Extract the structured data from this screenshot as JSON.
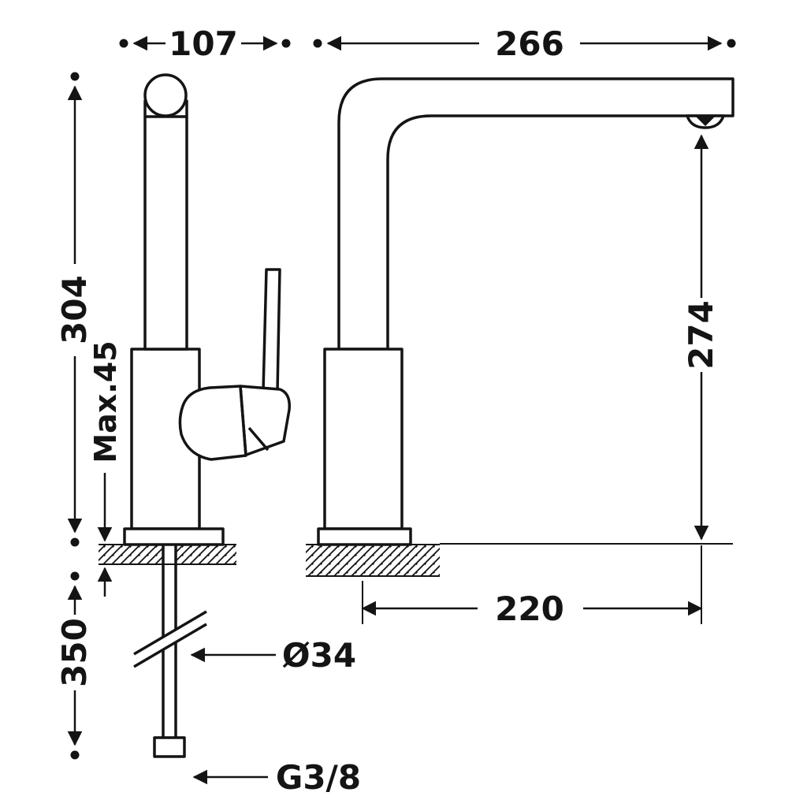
{
  "colors": {
    "ink": "#141414",
    "background": "#ffffff"
  },
  "drawing": {
    "labels": {
      "top_width": "107",
      "spout_reach_top": "266",
      "body_height": "304",
      "max_deck_thickness": "Max.45",
      "spout_clearance": "274",
      "under_deck_length": "350",
      "outlet_offset": "220",
      "hole_diameter": "Ø34",
      "connection_thread": "G3/8"
    }
  }
}
